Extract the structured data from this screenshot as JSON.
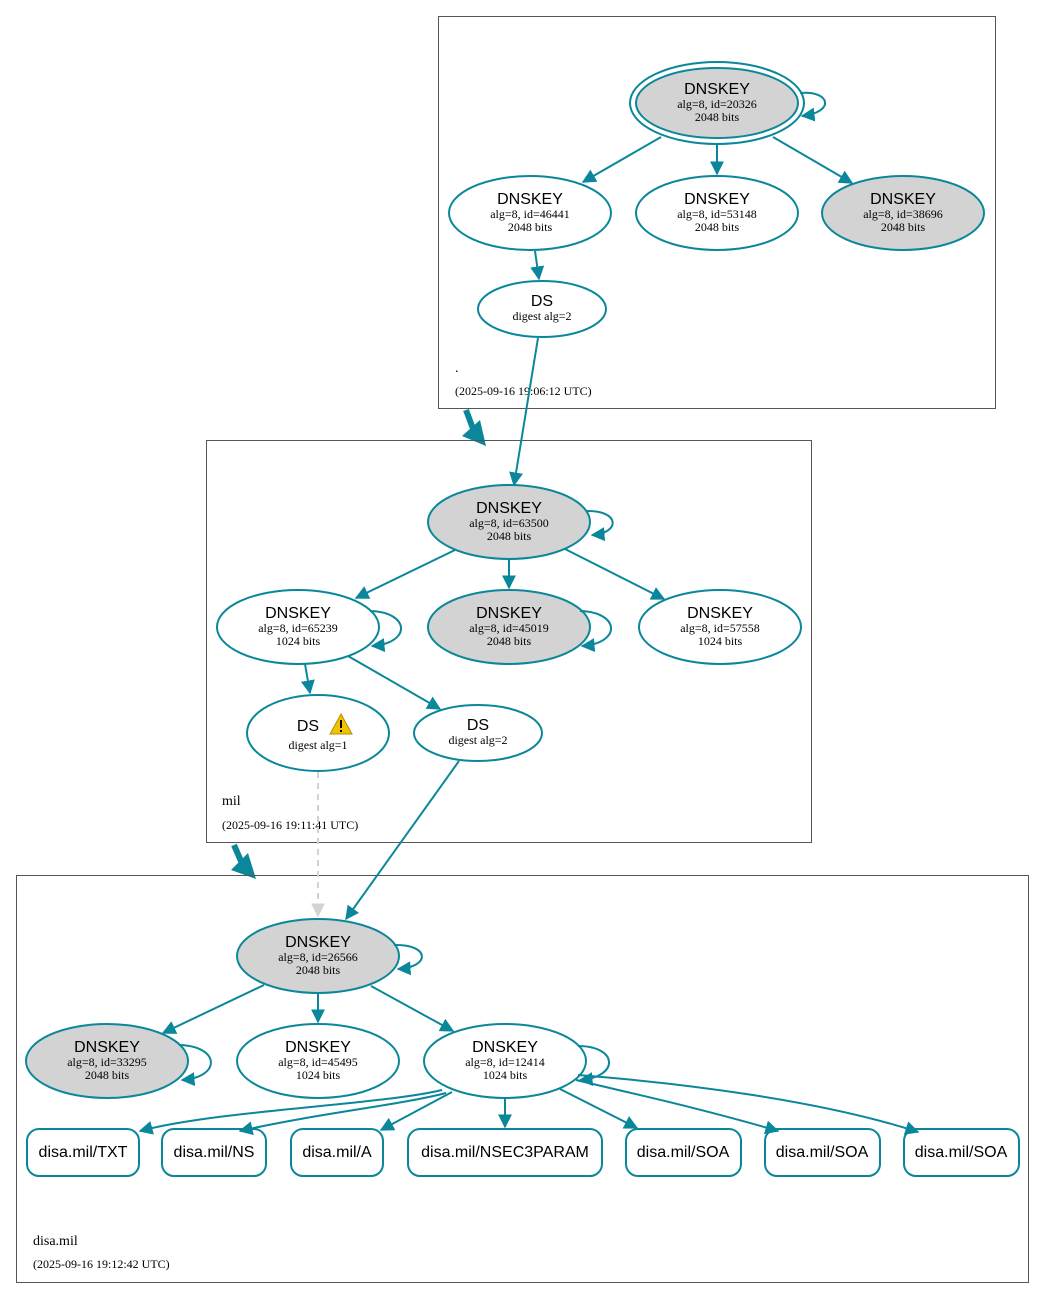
{
  "colors": {
    "edge": "#0a879a",
    "secure_entry_point_fill": "#d3d3d3",
    "plain_fill": "#ffffff",
    "insecure_edge": "#d3d3d3",
    "warning": "#f2c200"
  },
  "zones": {
    "root": {
      "label": ".",
      "timestamp": "(2025-09-16 19:06:12 UTC)",
      "ksk": {
        "title": "DNSKEY",
        "line1": "alg=8, id=20326",
        "line2": "2048 bits"
      },
      "zsk1": {
        "title": "DNSKEY",
        "line1": "alg=8, id=46441",
        "line2": "2048 bits"
      },
      "zsk2": {
        "title": "DNSKEY",
        "line1": "alg=8, id=53148",
        "line2": "2048 bits"
      },
      "zsk3": {
        "title": "DNSKEY",
        "line1": "alg=8, id=38696",
        "line2": "2048 bits"
      },
      "ds": {
        "title": "DS",
        "line1": "digest alg=2"
      }
    },
    "mil": {
      "label": "mil",
      "timestamp": "(2025-09-16 19:11:41 UTC)",
      "ksk": {
        "title": "DNSKEY",
        "line1": "alg=8, id=63500",
        "line2": "2048 bits"
      },
      "k65239": {
        "title": "DNSKEY",
        "line1": "alg=8, id=65239",
        "line2": "1024 bits"
      },
      "k45019": {
        "title": "DNSKEY",
        "line1": "alg=8, id=45019",
        "line2": "2048 bits"
      },
      "k57558": {
        "title": "DNSKEY",
        "line1": "alg=8, id=57558",
        "line2": "1024 bits"
      },
      "ds1": {
        "title": "DS",
        "line1": "digest alg=1"
      },
      "ds2": {
        "title": "DS",
        "line1": "digest alg=2"
      }
    },
    "disa": {
      "label": "disa.mil",
      "timestamp": "(2025-09-16 19:12:42 UTC)",
      "ksk": {
        "title": "DNSKEY",
        "line1": "alg=8, id=26566",
        "line2": "2048 bits"
      },
      "k33295": {
        "title": "DNSKEY",
        "line1": "alg=8, id=33295",
        "line2": "2048 bits"
      },
      "k45495": {
        "title": "DNSKEY",
        "line1": "alg=8, id=45495",
        "line2": "1024 bits"
      },
      "k12414": {
        "title": "DNSKEY",
        "line1": "alg=8, id=12414",
        "line2": "1024 bits"
      },
      "rrsets": [
        "disa.mil/TXT",
        "disa.mil/NS",
        "disa.mil/A",
        "disa.mil/NSEC3PARAM",
        "disa.mil/SOA",
        "disa.mil/SOA",
        "disa.mil/SOA"
      ]
    }
  }
}
